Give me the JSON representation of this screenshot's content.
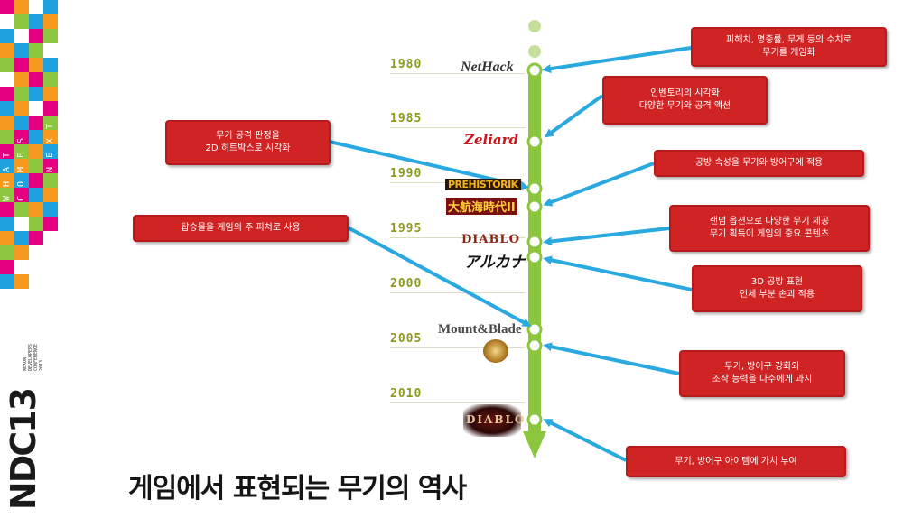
{
  "title": "게임에서 표현되는 무기의 역사",
  "side_letters": [
    "W",
    "H",
    "A",
    "T",
    "C",
    "O",
    "M",
    "E",
    "S",
    "N",
    "E",
    "X",
    "T"
  ],
  "branding": {
    "logo_text": "NDC13",
    "sub_text": "NEXON\nDEVELOPERS\nCONFERENCE\n2013"
  },
  "timeline": {
    "years": [
      "1980",
      "1985",
      "1990",
      "1995",
      "2000",
      "2005",
      "2010"
    ],
    "colors": {
      "axis": "#8cc63f",
      "dot": "#8cc63f",
      "arrow": "#29a9e0",
      "callout": "#d02324",
      "year": "#8a9a1a"
    }
  },
  "games": {
    "nethack": "NetHack",
    "zeliard": "Zeliard",
    "prehistorik": "PREHISTORIK",
    "daikoukai": "大航海時代II",
    "diablo": "DIABLO",
    "arcanoid": "アルカナ",
    "mountblade": "Mount&Blade",
    "diablo3": "DIABLO"
  },
  "callouts": [
    {
      "id": "c1",
      "text": "피해치, 명중률, 무게 등의 수치로\n무기를 게임화"
    },
    {
      "id": "c2",
      "text": "인벤토리의 시각화\n다양한 무기와 공격 액션"
    },
    {
      "id": "c3",
      "text": "무기 공격 판정을\n2D 히트박스로 시각화"
    },
    {
      "id": "c4",
      "text": "공방 속성을 무기와 방어구에 적용"
    },
    {
      "id": "c5",
      "text": "탑승물을 게임의 주 피쳐로 사용"
    },
    {
      "id": "c6",
      "text": "랜덤 옵션으로 다양한 무기 제공\n무기 획득이 게임의 중요 콘텐츠"
    },
    {
      "id": "c7",
      "text": "3D 공방 표현\n인체 부분 손괴 적용"
    },
    {
      "id": "c8",
      "text": "무기, 방어구 강화와\n조작 능력을 다수에게 과시"
    },
    {
      "id": "c9",
      "text": "무기, 방어구 아이템에 가치 부여"
    }
  ]
}
